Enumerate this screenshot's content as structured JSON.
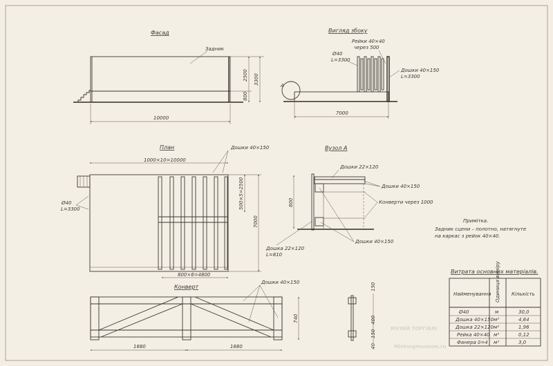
{
  "facade": {
    "title": "Фасад",
    "label_backdrop": "Задник",
    "dim_width": "10000",
    "dim_upper": "2500",
    "dim_lower": "800",
    "dim_total": "3300"
  },
  "side_view": {
    "title": "Вигляд збоку",
    "callout_a": "А",
    "rails_label_1": "Рейки 40×40",
    "rails_label_2": "через 500",
    "pipe_label_1": "Ø40",
    "pipe_label_2": "L=3300",
    "boards_label_1": "Дошки 40×150",
    "boards_label_2": "L=3300",
    "dim_depth": "7000"
  },
  "plan": {
    "title": "План",
    "dim_top": "1000×10=10000",
    "boards_label": "Дошки 40×150",
    "pipe_label_1": "Ø40",
    "pipe_label_2": "L=3300",
    "dim_right_small": "500×5=2500",
    "dim_depth": "7000",
    "dim_bottom": "800×6=4800"
  },
  "node_a": {
    "title": "Вузол А",
    "top_boards": "Дошки 22×120",
    "boards_1": "Дошки 40×150",
    "envelopes": "Конверти через 1000",
    "boards_2": "Дошки 40×150",
    "side_board_1": "Дошка 22×120",
    "side_board_2": "L=810",
    "dim_height": "800"
  },
  "note": {
    "title": "Примітка.",
    "line_1": "Задник сцени – полотно, натягнуте",
    "line_2": "на каркас з рейок 40×40."
  },
  "envelope": {
    "title": "Конверт",
    "boards_label": "Дошки 40×150",
    "dim_left": "1680",
    "dim_right": "1680",
    "dim_height": "740",
    "sec_dim_1": "150",
    "sec_dim_2": "400",
    "sec_dim_3": "150",
    "sec_dim_4": "40"
  },
  "materials": {
    "title": "Витрата основних матеріалів.",
    "headers": [
      "Найменування",
      "Одиниця виміру",
      "Кількість"
    ],
    "rows": [
      [
        "Ø40",
        "м",
        "30,0"
      ],
      [
        "Дошка 40×150",
        "м³",
        "4,64"
      ],
      [
        "Дошка 22×120",
        "м²",
        "1,96"
      ],
      [
        "Рейка 40×40",
        "м³",
        "0,12"
      ],
      [
        "Фанера δ=4",
        "м²",
        "3,0"
      ]
    ]
  },
  "watermark": {
    "line_1": "МУЗЕЙ ТОРГІВЛІ",
    "line_2": "Mintorgmuseum.ru"
  }
}
